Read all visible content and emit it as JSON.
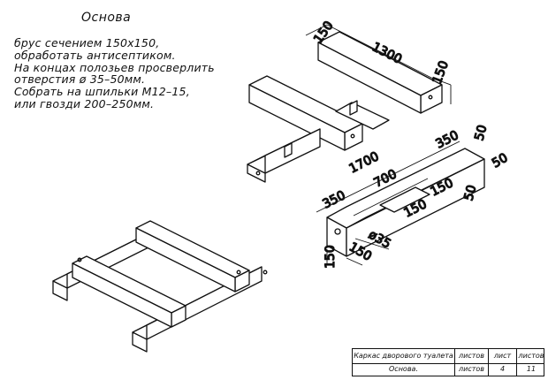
{
  "title": "Основа",
  "notes": [
    "брус сечением 150х150,",
    "обработать антисептиком.",
    "На концах полозьев просверлить",
    "отверстия ø 35–50мм.",
    "Собрать на шпильки М12–15,",
    "или гвозди 200–250мм."
  ],
  "dimensions": {
    "top_beam_width": "150",
    "top_beam_length": "1300",
    "top_beam_height": "150",
    "runner_length": "1700",
    "runner_end_left": "350",
    "runner_end_right": "350",
    "notch_span": "700",
    "notch_a": "150",
    "notch_b": "150",
    "depth_right": "50",
    "depth_right_2": "50",
    "depth_lower": "50",
    "section_height": "150",
    "section_width": "150",
    "hole_diameter": "ø35"
  },
  "title_block": {
    "header": {
      "project": "Каркас дворового туалета",
      "col_a": "листов",
      "col_b": "лист",
      "col_c": "листов"
    },
    "row": {
      "sheet_name": "Основа.",
      "col_a": "листов",
      "col_b": "4",
      "col_c": "11"
    }
  }
}
